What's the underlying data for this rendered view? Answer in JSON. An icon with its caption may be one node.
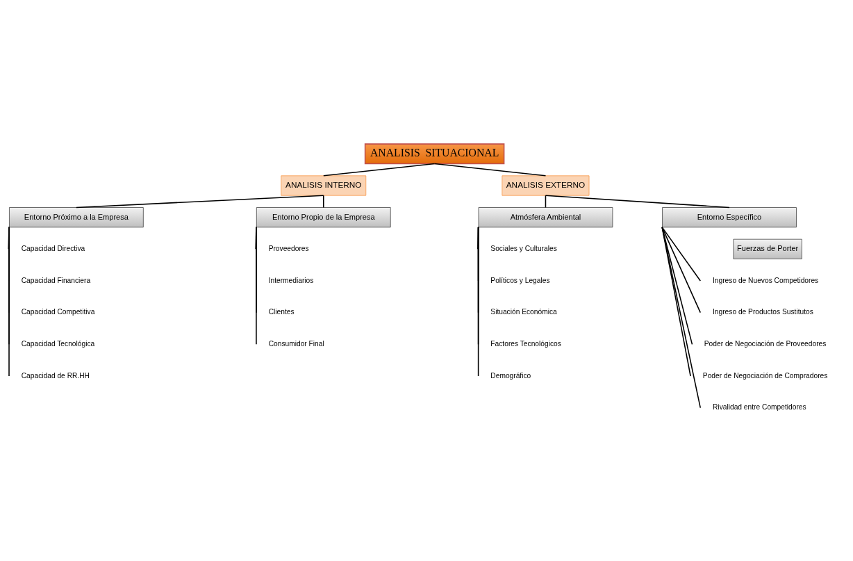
{
  "diagram": {
    "nodes": [
      {
        "text": [
          "ANALISIS  SITUACIONAL"
        ]
      },
      {
        "text": [
          "ANALISIS INTERNO"
        ]
      },
      {
        "text": [
          "ANALISIS EXTERNO"
        ]
      },
      {
        "text": [
          "Entorno Próximo a la Empresa"
        ]
      },
      {
        "text": [
          "Entorno Propio de la Empresa"
        ]
      },
      {
        "text": [
          "Atmósfera Ambiental"
        ]
      },
      {
        "text": [
          "Entorno Específico"
        ]
      },
      {
        "text": [
          "Fuerzas de Porter"
        ]
      },
      {
        "text": [
          "Capacidad Directiva"
        ]
      },
      {
        "text": [
          "Capacidad Financiera"
        ]
      },
      {
        "text": [
          "Capacidad Competitiva"
        ]
      },
      {
        "text": [
          "Capacidad Tecnológica"
        ]
      },
      {
        "text": [
          "Capacidad de RR.HH"
        ]
      },
      {
        "text": [
          "Proveedores"
        ]
      },
      {
        "text": [
          "Intermediarios"
        ]
      },
      {
        "text": [
          "Clientes"
        ]
      },
      {
        "text": [
          "Consumidor Final"
        ]
      },
      {
        "text": [
          "Sociales y Culturales"
        ]
      },
      {
        "text": [
          "Políticos y Legales"
        ]
      },
      {
        "text": [
          "Situación Económica"
        ]
      },
      {
        "text": [
          "Factores Tecnológicos"
        ]
      },
      {
        "text": [
          "Demográfico"
        ]
      },
      {
        "text": [
          "Ingreso de Nuevos Competidores"
        ]
      },
      {
        "text": [
          "Ingreso de Productos Sustitutos"
        ]
      },
      {
        "text": [
          "Poder de Negociación de Proveedores"
        ]
      },
      {
        "text": [
          "Poder de Negociación de Compradores"
        ]
      },
      {
        "text": [
          "Rivalidad entre Competidores"
        ]
      }
    ],
    "edges": [
      {
        "from": 0,
        "to": 1,
        "arrow": "none"
      },
      {
        "from": 0,
        "to": 2,
        "arrow": "none"
      },
      {
        "from": 1,
        "to": 3,
        "arrow": "none"
      },
      {
        "from": 1,
        "to": 4,
        "arrow": "none"
      },
      {
        "from": 2,
        "to": 5,
        "arrow": "none"
      },
      {
        "from": 2,
        "to": 6,
        "arrow": "none"
      },
      {
        "from": 3,
        "to": 8,
        "arrow": "none"
      },
      {
        "from": 3,
        "to": 9,
        "arrow": "none"
      },
      {
        "from": 3,
        "to": 10,
        "arrow": "none"
      },
      {
        "from": 3,
        "to": 11,
        "arrow": "none"
      },
      {
        "from": 3,
        "to": 12,
        "arrow": "none"
      },
      {
        "from": 4,
        "to": 13,
        "arrow": "none"
      },
      {
        "from": 4,
        "to": 14,
        "arrow": "none"
      },
      {
        "from": 4,
        "to": 15,
        "arrow": "none"
      },
      {
        "from": 4,
        "to": 16,
        "arrow": "none"
      },
      {
        "from": 5,
        "to": 17,
        "arrow": "none"
      },
      {
        "from": 5,
        "to": 18,
        "arrow": "none"
      },
      {
        "from": 5,
        "to": 19,
        "arrow": "none"
      },
      {
        "from": 5,
        "to": 20,
        "arrow": "none"
      },
      {
        "from": 5,
        "to": 21,
        "arrow": "none"
      },
      {
        "from": 6,
        "to": 22,
        "arrow": "none"
      },
      {
        "from": 6,
        "to": 23,
        "arrow": "none"
      },
      {
        "from": 6,
        "to": 24,
        "arrow": "none"
      },
      {
        "from": 6,
        "to": 25,
        "arrow": "none"
      },
      {
        "from": 6,
        "to": 26,
        "arrow": "none"
      }
    ]
  }
}
